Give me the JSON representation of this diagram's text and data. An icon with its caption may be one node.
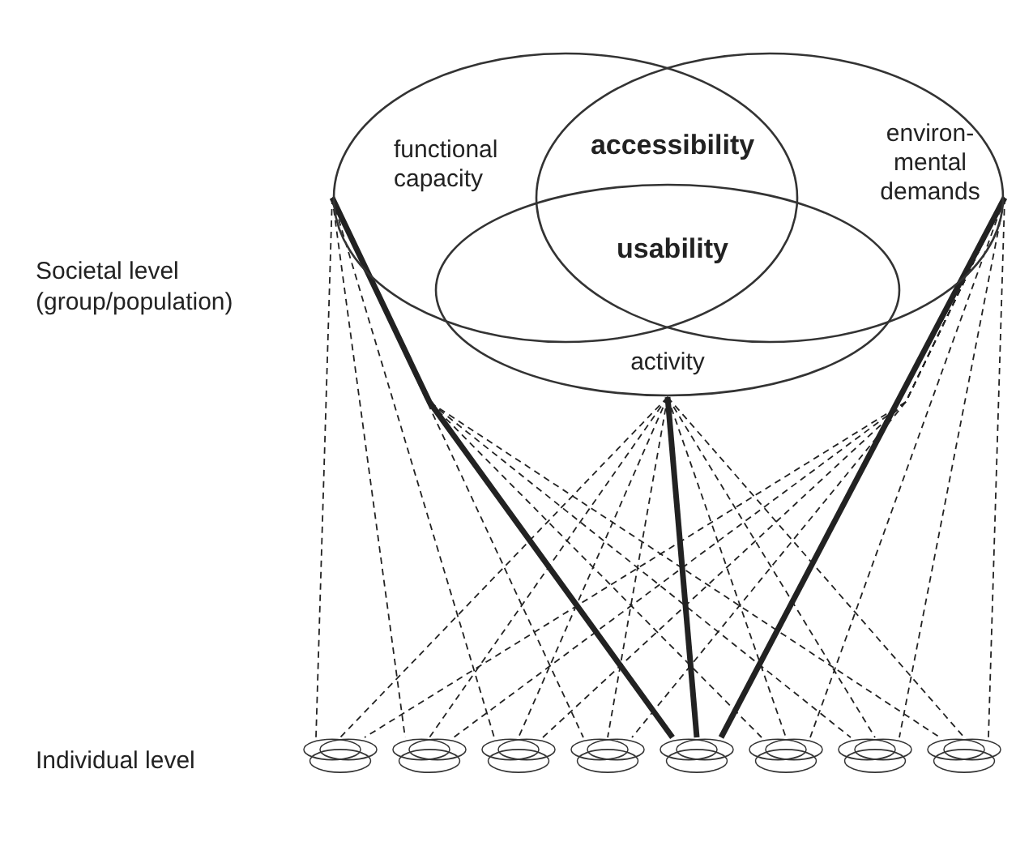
{
  "diagram": {
    "nodes": [
      {
        "text": [
          "functional capacity"
        ]
      },
      {
        "text": [
          "environ- mental demands"
        ]
      },
      {
        "text": [
          "activity"
        ]
      },
      {
        "text": [],
        "shape": "ellipse"
      },
      {
        "text": [],
        "shape": "ellipse"
      },
      {
        "text": [],
        "shape": "ellipse"
      },
      {
        "text": [],
        "shape": "ellipse"
      },
      {
        "text": [],
        "shape": "ellipse"
      },
      {
        "text": [],
        "shape": "ellipse"
      },
      {
        "text": [],
        "shape": "ellipse"
      },
      {
        "text": [],
        "shape": "ellipse"
      }
    ],
    "edges": [
      {
        "from": 0,
        "to": 3,
        "arrow": "none",
        "style": "dashed"
      },
      {
        "from": 2,
        "to": 3,
        "arrow": "none",
        "style": "dashed"
      },
      {
        "from": 1,
        "to": 3,
        "arrow": "none",
        "style": "dashed"
      },
      {
        "from": 0,
        "to": 4,
        "arrow": "none",
        "style": "dashed"
      },
      {
        "from": 2,
        "to": 4,
        "arrow": "none",
        "style": "dashed"
      },
      {
        "from": 1,
        "to": 4,
        "arrow": "none",
        "style": "dashed"
      },
      {
        "from": 0,
        "to": 5,
        "arrow": "none",
        "style": "dashed"
      },
      {
        "from": 2,
        "to": 5,
        "arrow": "none",
        "style": "dashed"
      },
      {
        "from": 1,
        "to": 5,
        "arrow": "none",
        "style": "dashed"
      },
      {
        "from": 0,
        "to": 6,
        "arrow": "none",
        "style": "dashed"
      },
      {
        "from": 2,
        "to": 6,
        "arrow": "none",
        "style": "dashed"
      },
      {
        "from": 1,
        "to": 6,
        "arrow": "none",
        "style": "dashed"
      },
      {
        "from": 0,
        "to": 7,
        "arrow": "none",
        "style": "thick"
      },
      {
        "from": 2,
        "to": 7,
        "arrow": "none",
        "style": "thick"
      },
      {
        "from": 1,
        "to": 7,
        "arrow": "none",
        "style": "thick"
      },
      {
        "from": 0,
        "to": 8,
        "arrow": "none",
        "style": "dashed"
      },
      {
        "from": 2,
        "to": 8,
        "arrow": "none",
        "style": "dashed"
      },
      {
        "from": 1,
        "to": 8,
        "arrow": "none",
        "style": "dashed"
      },
      {
        "from": 0,
        "to": 9,
        "arrow": "none",
        "style": "dashed"
      },
      {
        "from": 2,
        "to": 9,
        "arrow": "none",
        "style": "dashed"
      },
      {
        "from": 1,
        "to": 9,
        "arrow": "none",
        "style": "dashed"
      },
      {
        "from": 0,
        "to": 10,
        "arrow": "none",
        "style": "dashed"
      },
      {
        "from": 2,
        "to": 10,
        "arrow": "none",
        "style": "dashed"
      },
      {
        "from": 1,
        "to": 10,
        "arrow": "none",
        "style": "dashed"
      }
    ],
    "labels": [
      "accessibility",
      "usability",
      "Societal level (group/population)",
      "Individual level"
    ]
  }
}
